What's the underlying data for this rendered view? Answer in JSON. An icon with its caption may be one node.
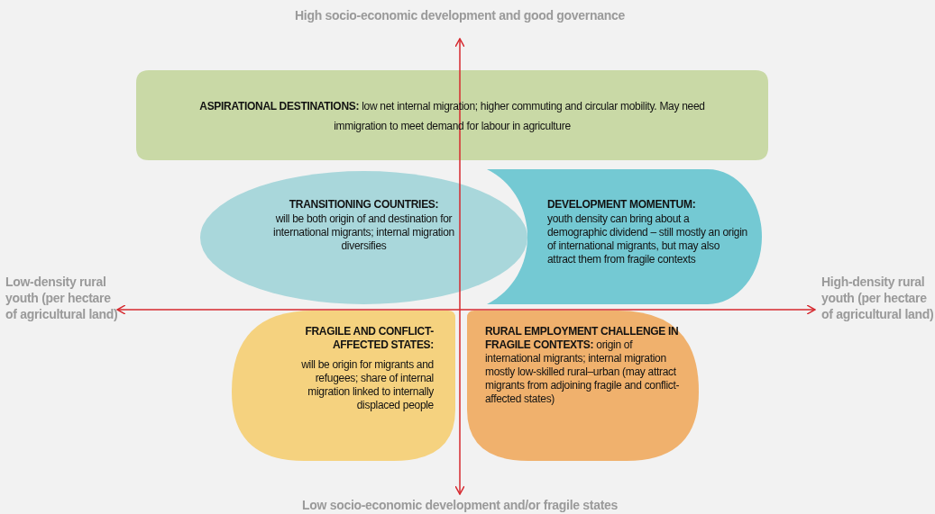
{
  "diagram": {
    "nodes": [
      {
        "text": [
          "**ASPIRATIONAL DESTINATIONS:** low net internal migration; higher commuting and circular mobility. May need immigration to meet demand for labour in agriculture"
        ]
      },
      {
        "text": [
          "TRANSITIONING COUNTRIES:",
          "will be both origin of and destination for international migrants; internal migration diversifies"
        ]
      },
      {
        "text": [
          "DEVELOPMENT MOMENTUM:",
          "youth density can bring about a demographic dividend – still mostly an origin of international migrants, but may also attract them from fragile contexts"
        ]
      },
      {
        "text": [
          "FRAGILE AND CONFLICT-AFFECTED STATES:",
          "will be origin for migrants and refugees; share of internal migration linked to internally displaced people"
        ]
      },
      {
        "text": [
          "**RURAL EMPLOYMENT CHALLENGE IN FRAGILE CONTEXTS:** origin of international migrants; internal migration mostly low-skilled rural–urban (may attract migrants from adjoining fragile and conflict-affected states)"
        ]
      }
    ],
    "edges": [],
    "labels": [
      "High socio-economic development and good governance",
      "Low-density rural youth (per hectare of agricultural land)",
      "High-density rural youth (per hectare of agricultural land)",
      "Low socio-economic development and/or fragile states"
    ]
  }
}
